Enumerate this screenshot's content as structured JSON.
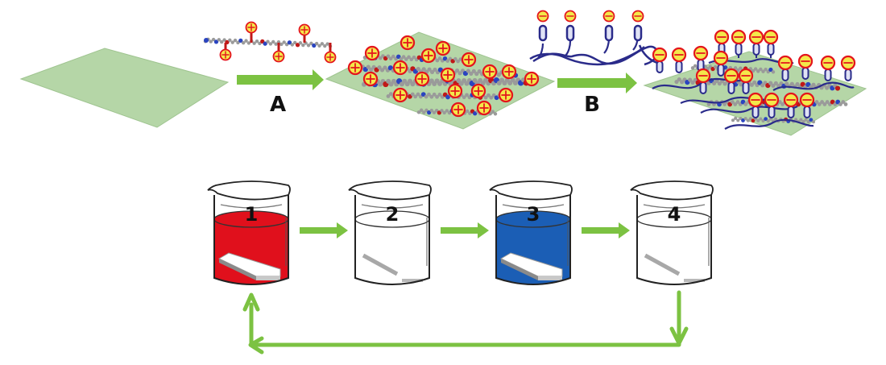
{
  "diagram": {
    "title": "Layer-by-layer electrostatic assembly schematic",
    "colors": {
      "arrow": "#7cc242",
      "substrate": "#b5d6a7",
      "substrate_edge": "#9fc490",
      "charge_fill": "#f4e84a",
      "charge_ring": "#e4141c",
      "polyanion_chain": "#2a2b8a",
      "polycation_atom_c": "#9a9a9a",
      "polycation_atom_n": "#2a44c0",
      "polycation_atom_o": "#c01818",
      "beaker_1_solution": "#e0101c",
      "beaker_2_solution": "#ffffff",
      "beaker_3_solution": "#1b5eb5",
      "beaker_4_solution": "#ffffff",
      "slide": "#d8d8d8"
    },
    "top_row": {
      "stages": [
        {
          "id": "bare-substrate",
          "description": "Bare substrate"
        },
        {
          "id": "polycation-layer",
          "description": "Substrate with positively charged polyelectrolyte layer",
          "charge": "+"
        },
        {
          "id": "bilayer",
          "description": "Substrate with polycation + polyanion bilayer",
          "charge": "-"
        }
      ],
      "steps": [
        {
          "label": "A",
          "reagent": "polycation",
          "charge_symbol": "⊕"
        },
        {
          "label": "B",
          "reagent": "polyanion",
          "charge_symbol": "⊖"
        }
      ]
    },
    "bottom_row": {
      "beakers": [
        {
          "number": "1",
          "solution": "red",
          "has_slide": true
        },
        {
          "number": "2",
          "solution": "clear",
          "has_slide": true
        },
        {
          "number": "3",
          "solution": "blue",
          "has_slide": true
        },
        {
          "number": "4",
          "solution": "clear",
          "has_slide": true
        }
      ],
      "cycle": "Beaker 4 returns to beaker 1 (repeat cycle)"
    }
  }
}
